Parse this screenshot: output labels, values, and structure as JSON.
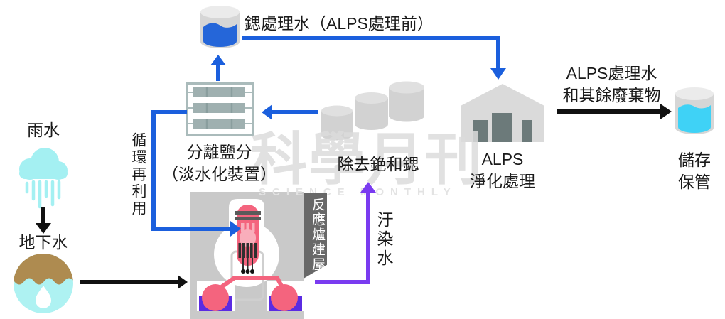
{
  "watermark": {
    "title": "科學月刊",
    "subtitle": "SCIENCE MONTHLY"
  },
  "labels": {
    "rain": "雨水",
    "groundwater": "地下水",
    "reactor_building": "反應爐建屋",
    "contaminated_water": "汙染水",
    "recycle": "循環再利用",
    "desalination": "分離鹽分",
    "desalination_device": "（淡水化裝置）",
    "cesium_strontium_removal": "除去銫和鍶",
    "strontium_treated_water": "鍶處理水（ALPS處理前）",
    "alps_en": "ALPS",
    "alps_process": "淨化處理",
    "alps_output_line1": "ALPS處理水",
    "alps_output_line2": "和其餘廢棄物",
    "storage_line1": "儲存",
    "storage_line2": "保管"
  },
  "colors": {
    "flow_blue": "#1b5fdd",
    "flow_purple": "#7a3bf0",
    "flow_black": "#111111",
    "water_blue": "#2566d9",
    "water_cyan": "#3fd2f6",
    "rain_cyan": "#a4f0f2",
    "gw_cyan": "#aef2f2",
    "soil_brown": "#ae8b50",
    "tank_gray": "#d2d2d2",
    "tank_top_gray": "#e0e0e0",
    "building_gray": "#c9c9c9",
    "alps_gray": "#dadada",
    "door_slate": "#6c7a7a",
    "reactor_pink": "#f4647e",
    "reactor_pink_light": "#f9aebb",
    "pool_purple": "#5b2be2",
    "banner_gray": "#686868",
    "filter_bar": "#9fb0b0",
    "filter_frame": "#aabbbb",
    "text_dark": "#1a1a1a",
    "watermark_gray": "#dcdcdc"
  }
}
